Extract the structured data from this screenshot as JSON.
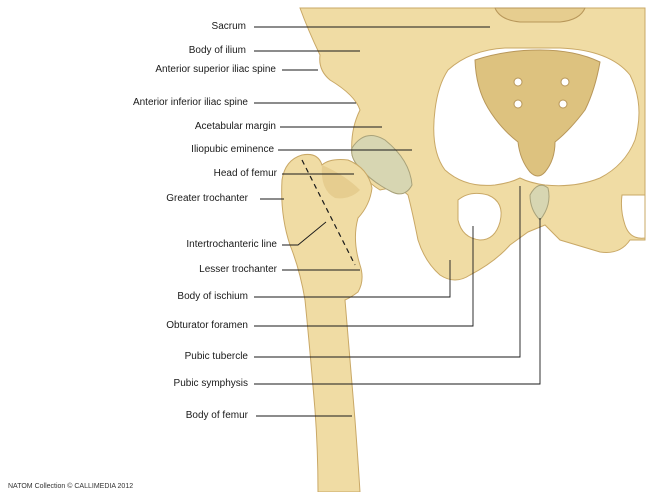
{
  "labels": {
    "sacrum": "Sacrum",
    "body_of_ilium": "Body of ilium",
    "asis": "Anterior superior iliac spine",
    "aiis": "Anterior inferior iliac spine",
    "acetabular_margin": "Acetabular margin",
    "iliopubic_eminence": "Iliopubic eminence",
    "head_of_femur": "Head of femur",
    "greater_trochanter": "Greater trochanter",
    "intertrochanteric_line": "Intertrochanteric line",
    "lesser_trochanter": "Lesser trochanter",
    "body_of_ischium": "Body of ischium",
    "obturator_foramen": "Obturator foramen",
    "pubic_tubercle": "Pubic tubercle",
    "pubic_symphysis": "Pubic symphysis",
    "body_of_femur": "Body of femur"
  },
  "credit": "NATOM Collection © CALLIMEDIA 2012",
  "colors": {
    "bone": "#f0dca4",
    "bone_dark": "#ddc27f",
    "bone_shadow": "#c9a866",
    "cartilage": "#d7d6b2",
    "leader": "#1a1a1a"
  }
}
